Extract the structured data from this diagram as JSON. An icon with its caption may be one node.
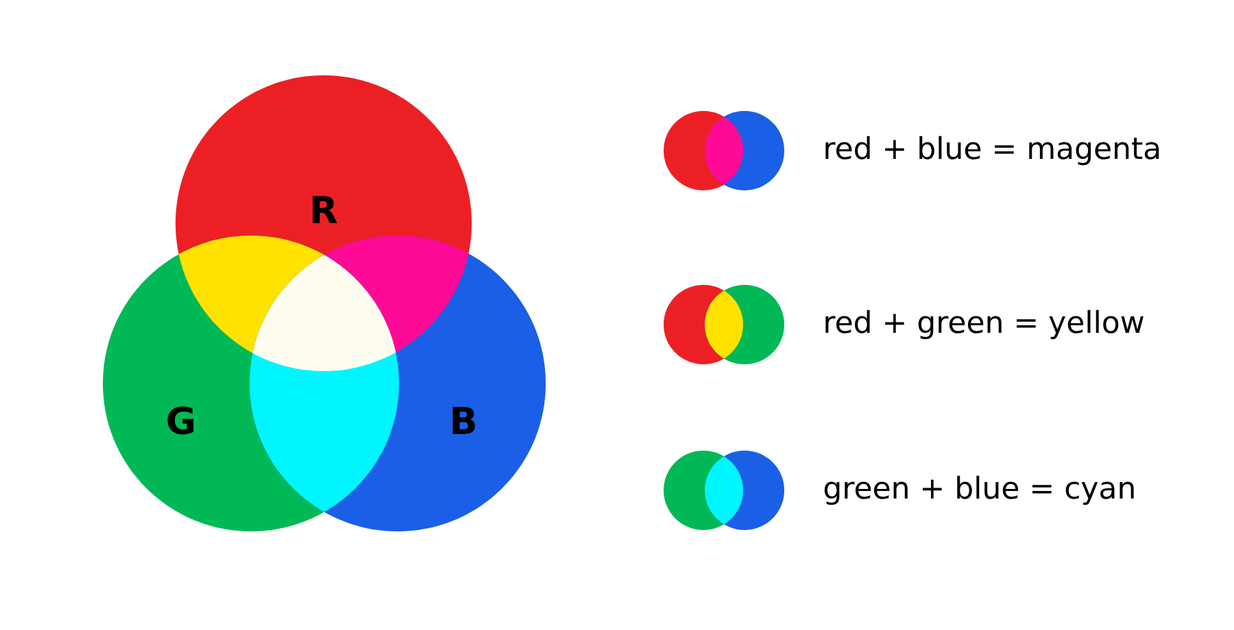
{
  "diagram": {
    "nodes": [
      {
        "text": [
          "R"
        ]
      },
      {
        "text": [
          "G"
        ]
      },
      {
        "text": [
          "B"
        ]
      }
    ],
    "labels": [
      "red + blue = magenta",
      "red + green = yellow",
      "green + blue = cyan"
    ]
  }
}
